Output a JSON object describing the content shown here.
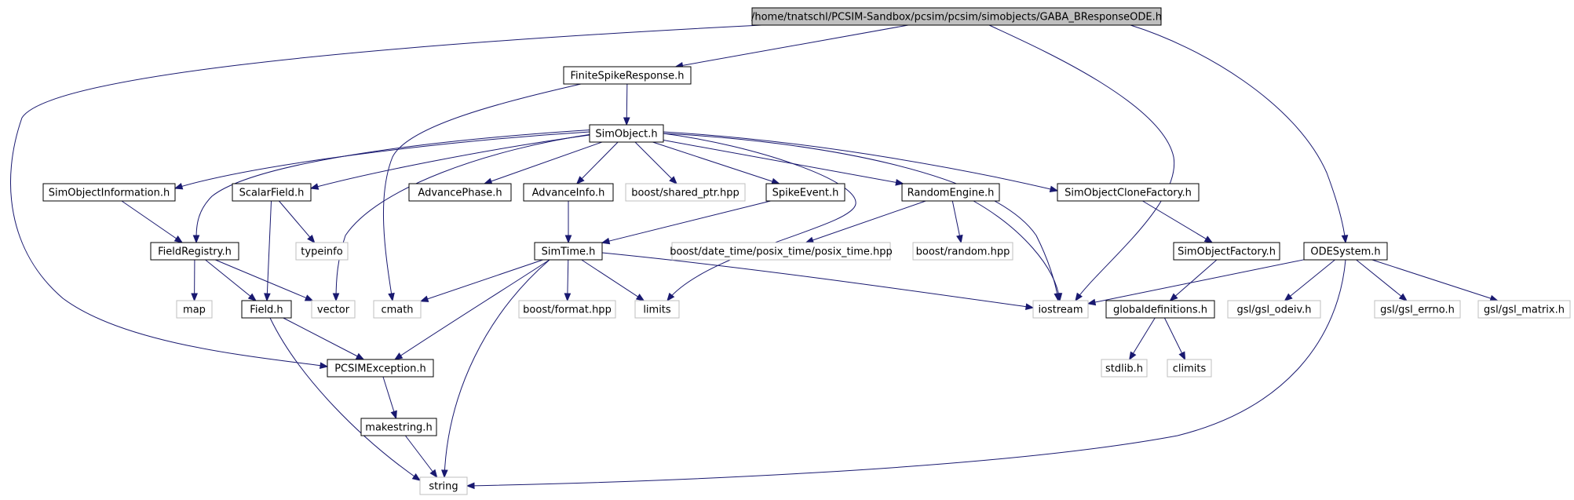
{
  "diagram": {
    "type": "include-dependency-graph",
    "colors": {
      "edge": "#191970",
      "root_fill": "#bfbfbf",
      "local_border": "#000000",
      "external_border": "#bfbfbf"
    },
    "nodes": [
      {
        "id": "root",
        "label": "/home/tnatschl/PCSIM-Sandbox/pcsim/pcsim/simobjects/GABA_BResponseODE.h",
        "kind": "root"
      },
      {
        "id": "finitespike",
        "label": "FiniteSpikeResponse.h",
        "kind": "local"
      },
      {
        "id": "simobject",
        "label": "SimObject.h",
        "kind": "local"
      },
      {
        "id": "simobjinfo",
        "label": "SimObjectInformation.h",
        "kind": "local"
      },
      {
        "id": "scalarfield",
        "label": "ScalarField.h",
        "kind": "local"
      },
      {
        "id": "advancephase",
        "label": "AdvancePhase.h",
        "kind": "local"
      },
      {
        "id": "advanceinfo",
        "label": "AdvanceInfo.h",
        "kind": "local"
      },
      {
        "id": "sharedptr",
        "label": "boost/shared_ptr.hpp",
        "kind": "external"
      },
      {
        "id": "spikeevent",
        "label": "SpikeEvent.h",
        "kind": "local"
      },
      {
        "id": "randomengine",
        "label": "RandomEngine.h",
        "kind": "local"
      },
      {
        "id": "clonefactory",
        "label": "SimObjectCloneFactory.h",
        "kind": "local"
      },
      {
        "id": "fieldregistry",
        "label": "FieldRegistry.h",
        "kind": "local"
      },
      {
        "id": "typeinfo",
        "label": "typeinfo",
        "kind": "external"
      },
      {
        "id": "simtime",
        "label": "SimTime.h",
        "kind": "local"
      },
      {
        "id": "posixtime",
        "label": "boost/date_time/posix_time/posix_time.hpp",
        "kind": "external"
      },
      {
        "id": "boostrandom",
        "label": "boost/random.hpp",
        "kind": "external"
      },
      {
        "id": "objfactory",
        "label": "SimObjectFactory.h",
        "kind": "local"
      },
      {
        "id": "odesystem",
        "label": "ODESystem.h",
        "kind": "local"
      },
      {
        "id": "map",
        "label": "map",
        "kind": "external"
      },
      {
        "id": "field",
        "label": "Field.h",
        "kind": "local"
      },
      {
        "id": "vector",
        "label": "vector",
        "kind": "external"
      },
      {
        "id": "cmath",
        "label": "cmath",
        "kind": "external"
      },
      {
        "id": "format",
        "label": "boost/format.hpp",
        "kind": "external"
      },
      {
        "id": "limits",
        "label": "limits",
        "kind": "external"
      },
      {
        "id": "iostream",
        "label": "iostream",
        "kind": "external"
      },
      {
        "id": "globaldefs",
        "label": "globaldefinitions.h",
        "kind": "local"
      },
      {
        "id": "gslodeiv",
        "label": "gsl/gsl_odeiv.h",
        "kind": "external"
      },
      {
        "id": "gslerrno",
        "label": "gsl/gsl_errno.h",
        "kind": "external"
      },
      {
        "id": "gslmatrix",
        "label": "gsl/gsl_matrix.h",
        "kind": "external"
      },
      {
        "id": "pcsimexc",
        "label": "PCSIMException.h",
        "kind": "local"
      },
      {
        "id": "stdlib",
        "label": "stdlib.h",
        "kind": "external"
      },
      {
        "id": "climits",
        "label": "climits",
        "kind": "external"
      },
      {
        "id": "makestring",
        "label": "makestring.h",
        "kind": "local"
      },
      {
        "id": "string",
        "label": "string",
        "kind": "external"
      }
    ],
    "edges": [
      [
        "root",
        "finitespike"
      ],
      [
        "root",
        "pcsimexc"
      ],
      [
        "root",
        "iostream"
      ],
      [
        "root",
        "odesystem"
      ],
      [
        "finitespike",
        "simobject"
      ],
      [
        "finitespike",
        "cmath"
      ],
      [
        "simobject",
        "simobjinfo"
      ],
      [
        "simobject",
        "scalarfield"
      ],
      [
        "simobject",
        "advancephase"
      ],
      [
        "simobject",
        "advanceinfo"
      ],
      [
        "simobject",
        "sharedptr"
      ],
      [
        "simobject",
        "spikeevent"
      ],
      [
        "simobject",
        "randomengine"
      ],
      [
        "simobject",
        "clonefactory"
      ],
      [
        "simobject",
        "fieldregistry"
      ],
      [
        "simobject",
        "vector"
      ],
      [
        "simobject",
        "limits"
      ],
      [
        "simobject",
        "iostream"
      ],
      [
        "simobjinfo",
        "fieldregistry"
      ],
      [
        "scalarfield",
        "typeinfo"
      ],
      [
        "scalarfield",
        "field"
      ],
      [
        "advanceinfo",
        "simtime"
      ],
      [
        "spikeevent",
        "simtime"
      ],
      [
        "randomengine",
        "posixtime"
      ],
      [
        "randomengine",
        "boostrandom"
      ],
      [
        "randomengine",
        "iostream"
      ],
      [
        "clonefactory",
        "objfactory"
      ],
      [
        "objfactory",
        "globaldefs"
      ],
      [
        "fieldregistry",
        "map"
      ],
      [
        "fieldregistry",
        "field"
      ],
      [
        "fieldregistry",
        "vector"
      ],
      [
        "simtime",
        "cmath"
      ],
      [
        "simtime",
        "format"
      ],
      [
        "simtime",
        "limits"
      ],
      [
        "simtime",
        "iostream"
      ],
      [
        "simtime",
        "pcsimexc"
      ],
      [
        "simtime",
        "string"
      ],
      [
        "odesystem",
        "iostream"
      ],
      [
        "odesystem",
        "gslodeiv"
      ],
      [
        "odesystem",
        "gslerrno"
      ],
      [
        "odesystem",
        "gslmatrix"
      ],
      [
        "odesystem",
        "string"
      ],
      [
        "field",
        "pcsimexc"
      ],
      [
        "field",
        "string"
      ],
      [
        "globaldefs",
        "stdlib"
      ],
      [
        "globaldefs",
        "climits"
      ],
      [
        "pcsimexc",
        "makestring"
      ],
      [
        "makestring",
        "string"
      ]
    ]
  }
}
